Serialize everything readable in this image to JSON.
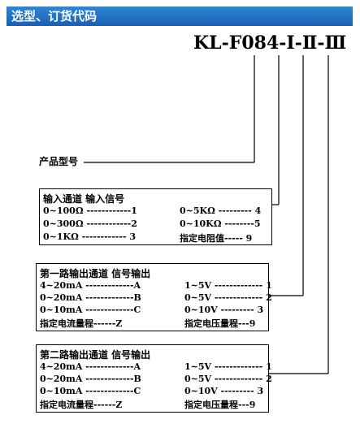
{
  "header": {
    "title": "选型、订货代码"
  },
  "model": {
    "code": "KL-F084-Ⅰ-Ⅱ-Ⅲ"
  },
  "product_label": "产品型号",
  "input_box": {
    "header": "输入通道   输入信号",
    "left": [
      "0~100Ω ------------1",
      "0~300Ω ------------2",
      "0~1KΩ ------------ 3"
    ],
    "right": [
      "0~5KΩ --------- 4",
      "0~10KΩ --------5",
      "指定电阻值----- 9"
    ]
  },
  "output1_box": {
    "header": "第一路输出通道   信号输出",
    "left": [
      "4~20mA -------------A",
      "0~20mA -------------B",
      "0~10mA -------------C",
      "指定电流量程------Z"
    ],
    "right": [
      "1~5V ------------- 1",
      "0~5V ------------- 2",
      "0~10V --------- 3",
      "指定电压量程---9"
    ]
  },
  "output2_box": {
    "header": "第二路输出通道   信号输出",
    "left": [
      "4~20mA -------------A",
      "0~20mA -------------B",
      "0~10mA -------------C",
      "指定电流量程------Z"
    ],
    "right": [
      "1~5V ------------- 1",
      "0~5V ------------- 2",
      "0~10V --------- 3",
      "指定电压量程---9"
    ]
  }
}
